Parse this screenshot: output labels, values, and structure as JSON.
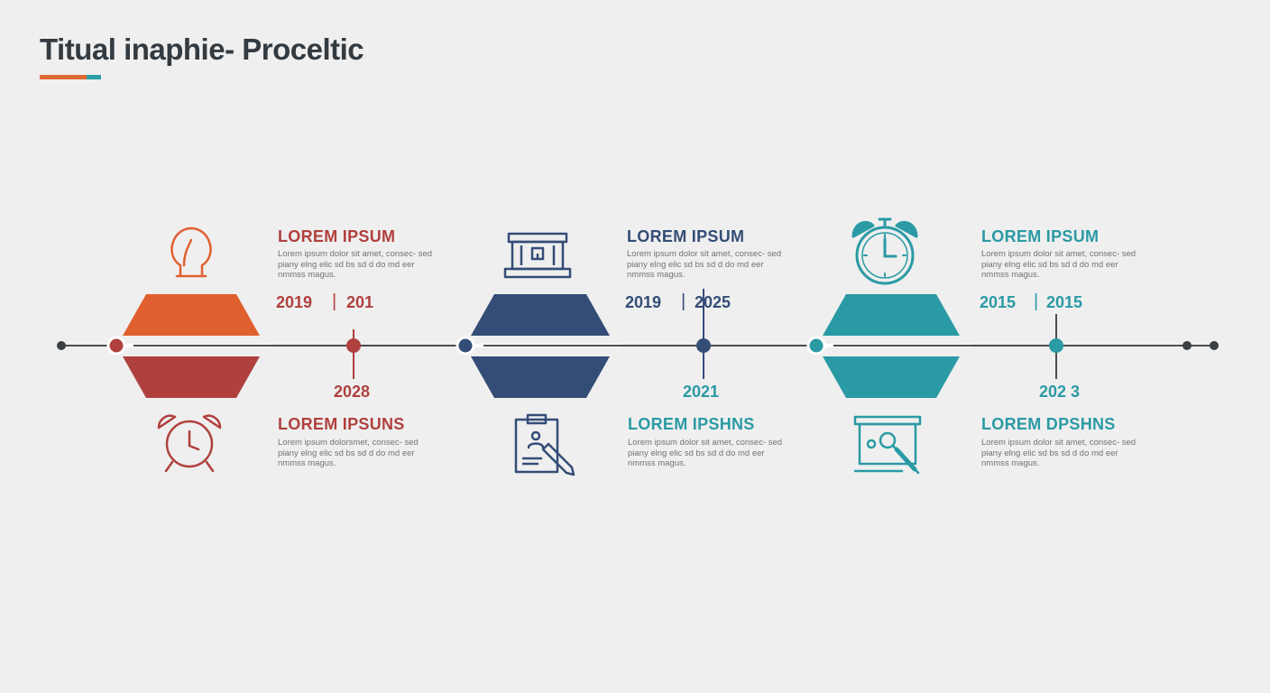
{
  "title": "Titual inaphie- Proceltic",
  "colors": {
    "orange": "#e0602f",
    "red": "#b0403e",
    "navy": "#344d76",
    "teal": "#2a9aa4",
    "line": "#4a4d52"
  },
  "stages": [
    {
      "color": "#b0403e",
      "top_color": "#e0602f",
      "bottom_color": "#b0403e",
      "top_icon": "lightbulb-icon",
      "bottom_icon": "alarm-clock-icon",
      "top": {
        "heading": "LOREM IPSUM",
        "body": "Lorem ipsum dolor sit amet, consec- sed piany elng elic sd bs sd d do md eer nmmss magus."
      },
      "bottom": {
        "heading": "LOREM IPSUNS",
        "body": "Lorem ipsum dolorsmet, consec- sed piany elng elic sd bs sd d do md eer nmmss magus."
      },
      "year_left": "2019",
      "year_right": "201",
      "year_bottom": "2028"
    },
    {
      "color": "#344d76",
      "top_color": "#344d76",
      "bottom_color": "#344d76",
      "top_icon": "building-icon",
      "bottom_icon": "clipboard-pencil-icon",
      "top": {
        "heading": "LOREM IPSUM",
        "body": "Lorem ipsum dolor sit amet, consec- sed piany elng elic sd bs sd d do md eer nmmss magus."
      },
      "bottom": {
        "heading": "LOREM IPSHNS",
        "body": "Lorem ipsum dolor sit amet, consec- sed piany elng elic sd bs sd d do md eer nmmss magus."
      },
      "year_left": "2019",
      "year_right": "2025",
      "year_bottom": "2021"
    },
    {
      "color": "#2a9aa4",
      "top_color": "#2a9aa4",
      "bottom_color": "#2a9aa4",
      "top_icon": "stopwatch-icon",
      "bottom_icon": "presentation-board-icon",
      "top": {
        "heading": "LOREM IPSUM",
        "body": "Lorem ipsum dolor sit amet, consec- sed piany elng elic sd bs sd d do md eer nmmss magus."
      },
      "bottom": {
        "heading": "LOREM DPSHNS",
        "body": "Lorem ipsum dolor sit amet, consec- sed piany elng elic sd bs sd d do md eer nmmss magus."
      },
      "year_left": "2015",
      "year_right": "2015",
      "year_bottom": "202 3"
    }
  ]
}
